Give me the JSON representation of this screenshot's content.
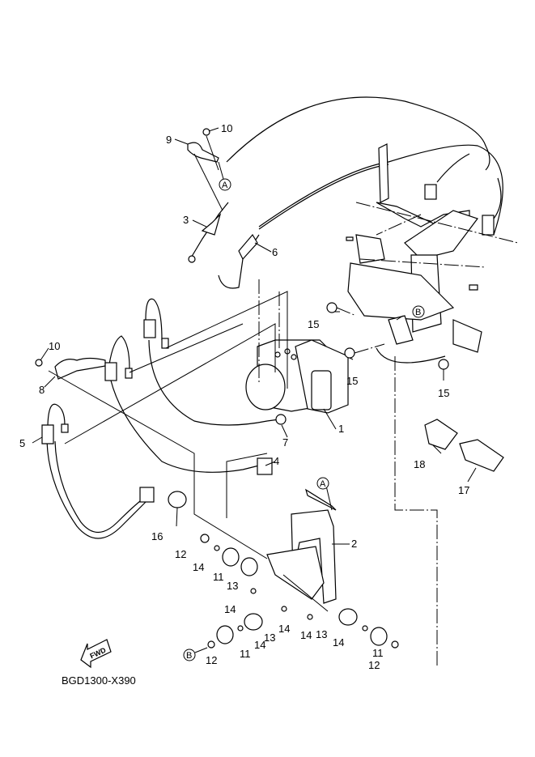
{
  "diagram": {
    "code": "BGD1300-X390",
    "fwd_label": "FWD",
    "callouts": [
      {
        "id": "c1",
        "text": "1"
      },
      {
        "id": "c2",
        "text": "2"
      },
      {
        "id": "c3",
        "text": "3"
      },
      {
        "id": "c4",
        "text": "4"
      },
      {
        "id": "c5",
        "text": "5"
      },
      {
        "id": "c6",
        "text": "6"
      },
      {
        "id": "c7",
        "text": "7"
      },
      {
        "id": "c8",
        "text": "8"
      },
      {
        "id": "c9",
        "text": "9"
      },
      {
        "id": "c10a",
        "text": "10"
      },
      {
        "id": "c10b",
        "text": "10"
      },
      {
        "id": "c11a",
        "text": "11"
      },
      {
        "id": "c11b",
        "text": "11"
      },
      {
        "id": "c11c",
        "text": "11"
      },
      {
        "id": "c12a",
        "text": "12"
      },
      {
        "id": "c12b",
        "text": "12"
      },
      {
        "id": "c12c",
        "text": "12"
      },
      {
        "id": "c13a",
        "text": "13"
      },
      {
        "id": "c13b",
        "text": "13"
      },
      {
        "id": "c13c",
        "text": "13"
      },
      {
        "id": "c14a",
        "text": "14"
      },
      {
        "id": "c14b",
        "text": "14"
      },
      {
        "id": "c14c",
        "text": "14"
      },
      {
        "id": "c14d",
        "text": "14"
      },
      {
        "id": "c14e",
        "text": "14"
      },
      {
        "id": "c14f",
        "text": "14"
      },
      {
        "id": "c15a",
        "text": "15"
      },
      {
        "id": "c15b",
        "text": "15"
      },
      {
        "id": "c15c",
        "text": "15"
      },
      {
        "id": "c16",
        "text": "16"
      },
      {
        "id": "c17",
        "text": "17"
      },
      {
        "id": "c18",
        "text": "18"
      }
    ],
    "reference_markers": [
      {
        "id": "refA1",
        "text": "A"
      },
      {
        "id": "refA2",
        "text": "A"
      },
      {
        "id": "refB1",
        "text": "B"
      },
      {
        "id": "refB2",
        "text": "B"
      }
    ]
  }
}
